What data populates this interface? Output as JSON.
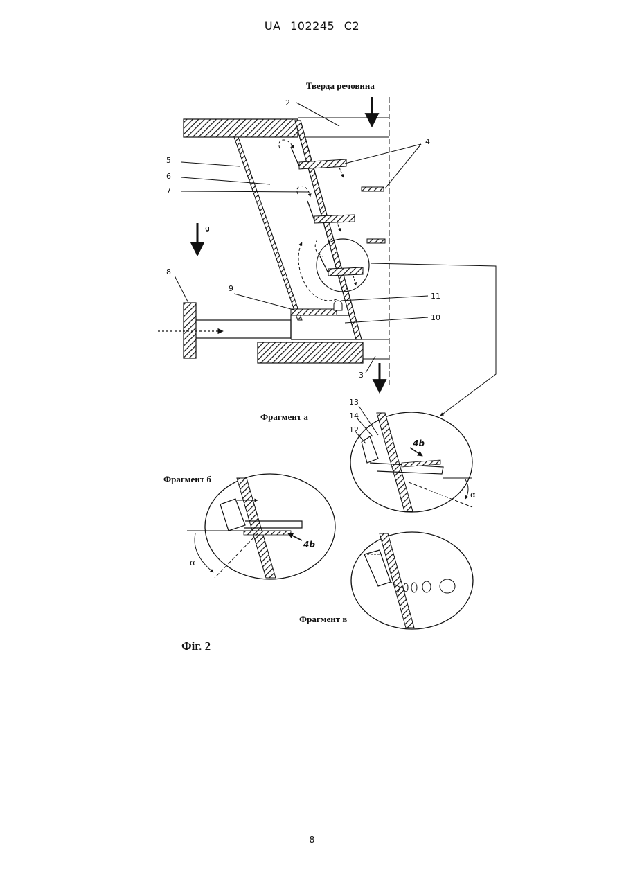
{
  "header": {
    "document_code": "UA   102245   C2"
  },
  "figure": {
    "caption": "Фіг. 2",
    "inlet_label": "Тверда речовина",
    "gravity_label": "g",
    "part_numbers": {
      "n2": "2",
      "n3": "3",
      "n4": "4",
      "n5": "5",
      "n6": "6",
      "n7": "7",
      "n8": "8",
      "n9": "9",
      "n10": "10",
      "n11": "11",
      "n12": "12",
      "n13": "13",
      "n14": "14"
    },
    "fragments": {
      "a": {
        "title": "Фрагмент а",
        "handwritten": "4b",
        "angle": "α"
      },
      "b": {
        "title": "Фрагмент б",
        "handwritten": "4b",
        "angle": "α"
      },
      "c": {
        "title": "Фрагмент в"
      }
    }
  },
  "footer": {
    "page_number": "8"
  }
}
